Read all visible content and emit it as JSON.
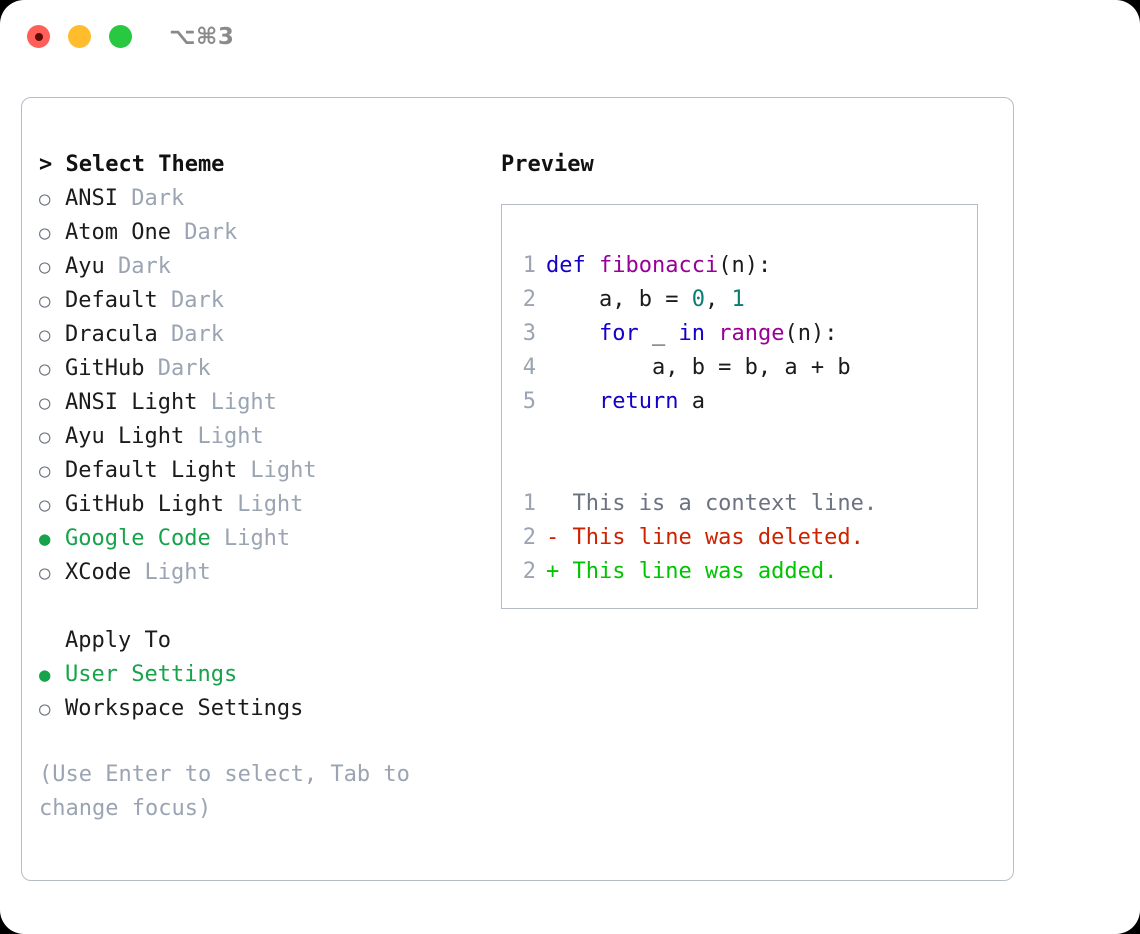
{
  "window": {
    "shortcut_label": "⌥⌘3",
    "traffic_lights": [
      "close-red",
      "minimize-yellow",
      "maximize-green"
    ],
    "colors": {
      "red": "#ff5f57",
      "yellow": "#ffbd2e",
      "green": "#28c840",
      "accent_green": "#16a34a",
      "muted": "#9aa4b2",
      "border": "#b6bdc9"
    }
  },
  "theme_panel": {
    "header": "> Select Theme",
    "items": [
      {
        "bullet": "○",
        "label": "ANSI",
        "suffix": "Dark",
        "selected": false
      },
      {
        "bullet": "○",
        "label": "Atom One",
        "suffix": "Dark",
        "selected": false
      },
      {
        "bullet": "○",
        "label": "Ayu",
        "suffix": "Dark",
        "selected": false
      },
      {
        "bullet": "○",
        "label": "Default",
        "suffix": "Dark",
        "selected": false
      },
      {
        "bullet": "○",
        "label": "Dracula",
        "suffix": "Dark",
        "selected": false
      },
      {
        "bullet": "○",
        "label": "GitHub",
        "suffix": "Dark",
        "selected": false
      },
      {
        "bullet": "○",
        "label": "ANSI Light",
        "suffix": "Light",
        "selected": false
      },
      {
        "bullet": "○",
        "label": "Ayu Light",
        "suffix": "Light",
        "selected": false
      },
      {
        "bullet": "○",
        "label": "Default Light",
        "suffix": "Light",
        "selected": false
      },
      {
        "bullet": "○",
        "label": "GitHub Light",
        "suffix": "Light",
        "selected": false
      },
      {
        "bullet": "●",
        "label": "Google Code",
        "suffix": "Light",
        "selected": true
      },
      {
        "bullet": "○",
        "label": "XCode",
        "suffix": "Light",
        "selected": false
      }
    ]
  },
  "apply_to": {
    "header": "Apply To",
    "items": [
      {
        "bullet": "●",
        "label": "User Settings",
        "selected": true
      },
      {
        "bullet": "○",
        "label": "Workspace Settings",
        "selected": false
      }
    ]
  },
  "help_text": "(Use Enter to select, Tab to change focus)",
  "preview": {
    "title": "Preview",
    "code_lines": [
      {
        "number": "1",
        "tokens": [
          {
            "text": "def ",
            "kind": "kw"
          },
          {
            "text": "fibonacci",
            "kind": "fn"
          },
          {
            "text": "(n):",
            "kind": "plain"
          }
        ]
      },
      {
        "number": "2",
        "tokens": [
          {
            "text": "    a, b = ",
            "kind": "plain"
          },
          {
            "text": "0",
            "kind": "num"
          },
          {
            "text": ", ",
            "kind": "plain"
          },
          {
            "text": "1",
            "kind": "num"
          }
        ]
      },
      {
        "number": "3",
        "tokens": [
          {
            "text": "    ",
            "kind": "plain"
          },
          {
            "text": "for",
            "kind": "kw"
          },
          {
            "text": " _ ",
            "kind": "plain"
          },
          {
            "text": "in",
            "kind": "kw"
          },
          {
            "text": " ",
            "kind": "plain"
          },
          {
            "text": "range",
            "kind": "fn"
          },
          {
            "text": "(n):",
            "kind": "plain"
          }
        ]
      },
      {
        "number": "4",
        "tokens": [
          {
            "text": "        a, b = b, a + b",
            "kind": "plain"
          }
        ]
      },
      {
        "number": "5",
        "tokens": [
          {
            "text": "    ",
            "kind": "plain"
          },
          {
            "text": "return",
            "kind": "kw"
          },
          {
            "text": " a",
            "kind": "plain"
          }
        ]
      }
    ],
    "diff_lines": [
      {
        "number": "1",
        "marker": " ",
        "text": " This is a context line.",
        "kind": "ctx"
      },
      {
        "number": "2",
        "marker": "-",
        "text": " This line was deleted.",
        "kind": "del"
      },
      {
        "number": "2",
        "marker": "+",
        "text": " This line was added.",
        "kind": "add"
      }
    ]
  }
}
